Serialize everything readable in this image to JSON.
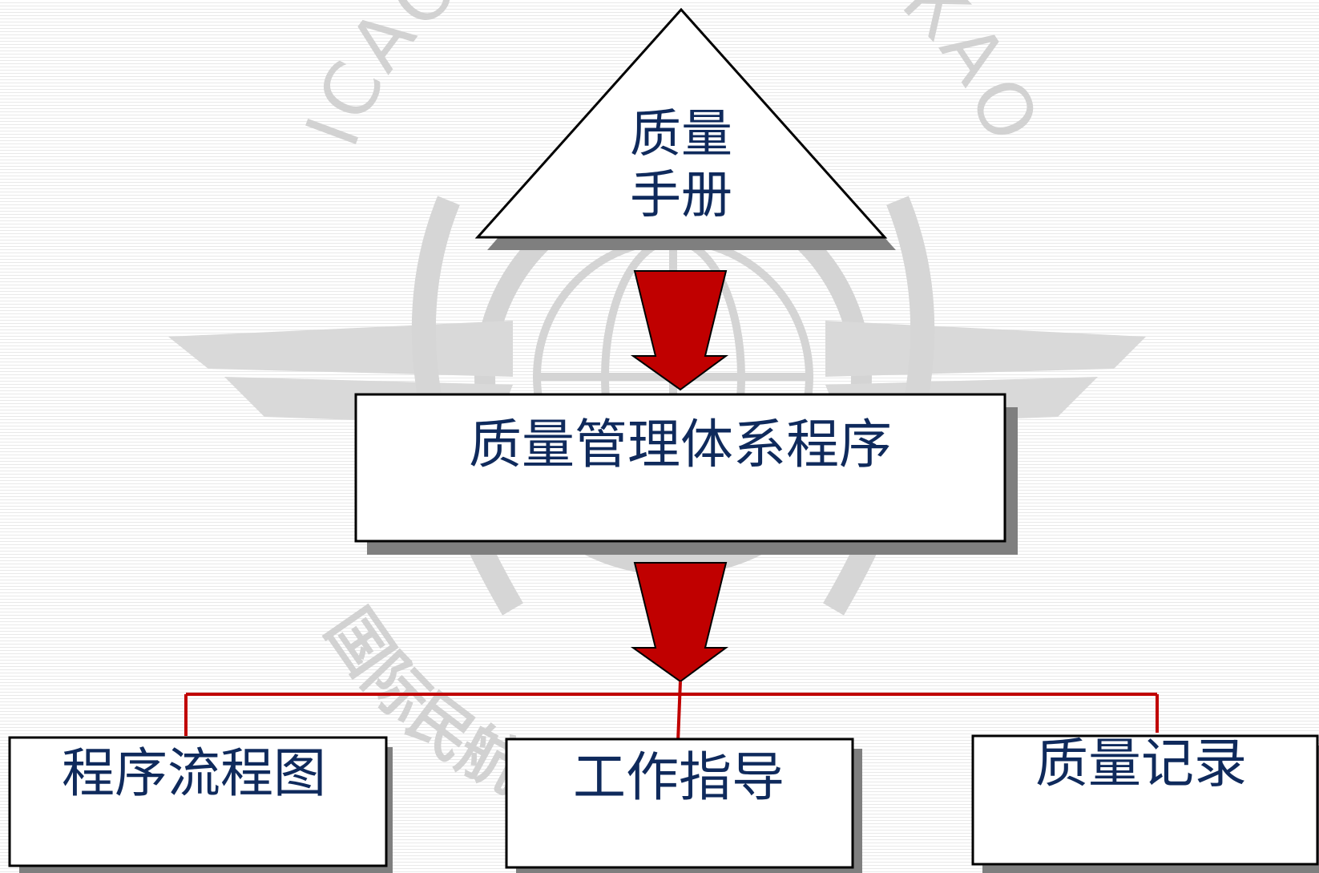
{
  "watermark": {
    "arc_text": "ICAO • OACI • ИКАО",
    "chinese_text": "国际民航"
  },
  "colors": {
    "arrow_fill": "#c00000",
    "connector_line": "#c00000",
    "text": "#0f2a5c",
    "box_border": "#000000",
    "box_shadow": "#7f7f7f"
  },
  "diagram": {
    "top": {
      "shape": "triangle",
      "line1": "质量",
      "line2": "手册"
    },
    "middle": {
      "shape": "rectangle",
      "label": "质量管理体系程序"
    },
    "bottom": [
      {
        "label": "程序流程图"
      },
      {
        "label": "工作指导"
      },
      {
        "label": "质量记录"
      }
    ]
  }
}
